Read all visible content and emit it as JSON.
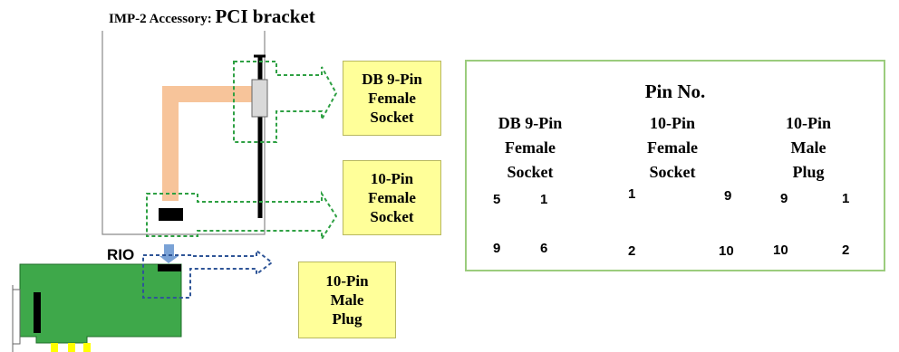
{
  "title": {
    "prefix": "IMP-2 Accessory: ",
    "main": "PCI bracket"
  },
  "rio_label": "RIO",
  "callouts": {
    "db9": "DB 9-Pin\nFemale\nSocket",
    "female10": "10-Pin\nFemale\nSocket",
    "male10": "10-Pin\nMale\nPlug"
  },
  "pin_panel": {
    "title": "Pin No.",
    "columns": [
      {
        "heading": "DB 9-Pin\nFemale\nSocket",
        "pins": {
          "top_left": "5",
          "top_right": "1",
          "bottom_left": "9",
          "bottom_right": "6"
        }
      },
      {
        "heading": "10-Pin\nFemale\nSocket",
        "pins": {
          "top_left": "1",
          "top_right": "9",
          "bottom_left": "2",
          "bottom_right": "10"
        }
      },
      {
        "heading": "10-Pin\nMale\nPlug",
        "pins": {
          "top_left": "9",
          "top_right": "1",
          "bottom_left": "10",
          "bottom_right": "2"
        }
      }
    ]
  },
  "colors": {
    "cable": "#f7c49a",
    "board": "#3ea84a",
    "callout_fill": "#ffff99",
    "green_arrow": "#2ea043",
    "blue_arrow": "#2f5597",
    "panel_border": "#9bcc7d"
  }
}
